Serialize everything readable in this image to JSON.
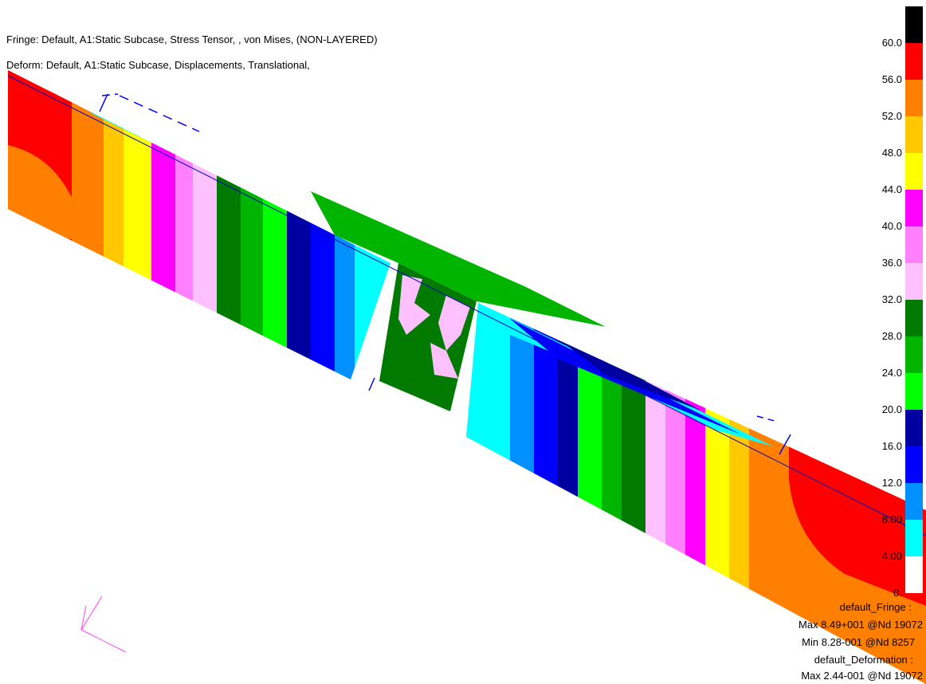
{
  "header": {
    "fringe_line": "Fringe: Default, A1:Static Subcase, Stress Tensor, , von Mises, (NON-LAYERED)",
    "deform_line": "Deform: Default, A1:Static Subcase, Displacements, Translational,"
  },
  "legend": {
    "labels": [
      "60.0",
      "56.0",
      "52.0",
      "48.0",
      "44.0",
      "40.0",
      "36.0",
      "32.0",
      "28.0",
      "24.0",
      "20.0",
      "16.0",
      "12.0",
      "8.00",
      "4.00",
      "0."
    ],
    "colors": [
      "#000000",
      "#ff0000",
      "#ff8000",
      "#ffc800",
      "#ffff00",
      "#ff00ff",
      "#ff80ff",
      "#ffc0ff",
      "#007a00",
      "#00b400",
      "#00ff00",
      "#0000a0",
      "#0000ff",
      "#0090ff",
      "#00ffff",
      "#ffffff"
    ]
  },
  "info": {
    "fringe_name": "default_Fringe :",
    "fringe_max": "Max 8.49+001 @Nd 19072",
    "fringe_min": "Min 8.28-001 @Nd 8257",
    "deformation_name": "default_Deformation :",
    "deformation_max": "Max 2.44-001 @Nd 19072"
  },
  "icons": {
    "axis_triad": "coordinate-triad-icon"
  }
}
